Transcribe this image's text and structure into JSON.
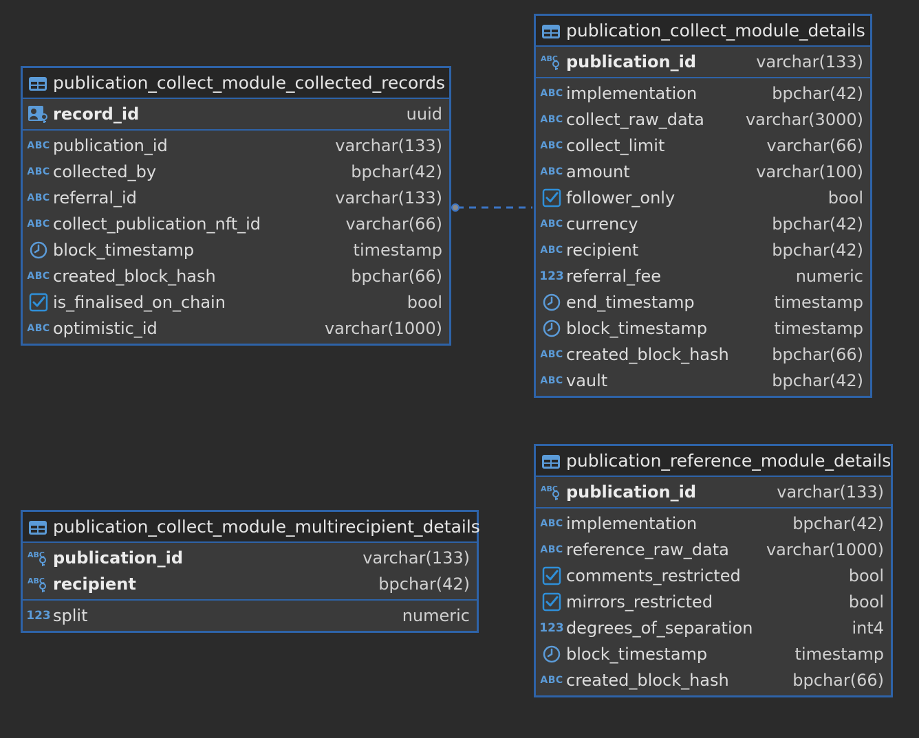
{
  "tables": [
    {
      "id": "collected_records",
      "title": "publication_collect_module_collected_records",
      "keys": [
        {
          "name": "record_id",
          "type": "uuid",
          "icon": "uuid-key-icon"
        }
      ],
      "columns": [
        {
          "name": "publication_id",
          "type": "varchar(133)",
          "icon": "text-type-icon"
        },
        {
          "name": "collected_by",
          "type": "bpchar(42)",
          "icon": "text-type-icon"
        },
        {
          "name": "referral_id",
          "type": "varchar(133)",
          "icon": "text-type-icon"
        },
        {
          "name": "collect_publication_nft_id",
          "type": "varchar(66)",
          "icon": "text-type-icon"
        },
        {
          "name": "block_timestamp",
          "type": "timestamp",
          "icon": "clock-icon"
        },
        {
          "name": "created_block_hash",
          "type": "bpchar(66)",
          "icon": "text-type-icon"
        },
        {
          "name": "is_finalised_on_chain",
          "type": "bool",
          "icon": "checkbox-icon"
        },
        {
          "name": "optimistic_id",
          "type": "varchar(1000)",
          "icon": "text-type-icon"
        }
      ]
    },
    {
      "id": "collect_details",
      "title": "publication_collect_module_details",
      "keys": [
        {
          "name": "publication_id",
          "type": "varchar(133)",
          "icon": "text-key-icon"
        }
      ],
      "columns": [
        {
          "name": "implementation",
          "type": "bpchar(42)",
          "icon": "text-type-icon"
        },
        {
          "name": "collect_raw_data",
          "type": "varchar(3000)",
          "icon": "text-type-icon"
        },
        {
          "name": "collect_limit",
          "type": "varchar(66)",
          "icon": "text-type-icon"
        },
        {
          "name": "amount",
          "type": "varchar(100)",
          "icon": "text-type-icon"
        },
        {
          "name": "follower_only",
          "type": "bool",
          "icon": "checkbox-icon"
        },
        {
          "name": "currency",
          "type": "bpchar(42)",
          "icon": "text-type-icon"
        },
        {
          "name": "recipient",
          "type": "bpchar(42)",
          "icon": "text-type-icon"
        },
        {
          "name": "referral_fee",
          "type": "numeric",
          "icon": "numeric-type-icon"
        },
        {
          "name": "end_timestamp",
          "type": "timestamp",
          "icon": "clock-icon"
        },
        {
          "name": "block_timestamp",
          "type": "timestamp",
          "icon": "clock-icon"
        },
        {
          "name": "created_block_hash",
          "type": "bpchar(66)",
          "icon": "text-type-icon"
        },
        {
          "name": "vault",
          "type": "bpchar(42)",
          "icon": "text-type-icon"
        }
      ]
    },
    {
      "id": "multirecipient_details",
      "title": "publication_collect_module_multirecipient_details",
      "keys": [
        {
          "name": "publication_id",
          "type": "varchar(133)",
          "icon": "text-key-icon"
        },
        {
          "name": "recipient",
          "type": "bpchar(42)",
          "icon": "text-key-icon"
        }
      ],
      "columns": [
        {
          "name": "split",
          "type": "numeric",
          "icon": "numeric-type-icon"
        }
      ]
    },
    {
      "id": "reference_details",
      "title": "publication_reference_module_details",
      "keys": [
        {
          "name": "publication_id",
          "type": "varchar(133)",
          "icon": "text-key-icon"
        }
      ],
      "columns": [
        {
          "name": "implementation",
          "type": "bpchar(42)",
          "icon": "text-type-icon"
        },
        {
          "name": "reference_raw_data",
          "type": "varchar(1000)",
          "icon": "text-type-icon"
        },
        {
          "name": "comments_restricted",
          "type": "bool",
          "icon": "checkbox-icon"
        },
        {
          "name": "mirrors_restricted",
          "type": "bool",
          "icon": "checkbox-icon"
        },
        {
          "name": "degrees_of_separation",
          "type": "int4",
          "icon": "numeric-type-icon"
        },
        {
          "name": "block_timestamp",
          "type": "timestamp",
          "icon": "clock-icon"
        },
        {
          "name": "created_block_hash",
          "type": "bpchar(66)",
          "icon": "text-type-icon"
        }
      ]
    }
  ],
  "colors": {
    "background": "#2b2b2b",
    "table_border": "#2e63a8",
    "header_bg": "#262626",
    "body_bg": "#3a3a3a",
    "icon_blue": "#5b9bd8",
    "relation_line": "#3b74c4"
  },
  "relations": [
    {
      "from": "collected_records",
      "to": "collect_details",
      "style": "dashed"
    }
  ]
}
